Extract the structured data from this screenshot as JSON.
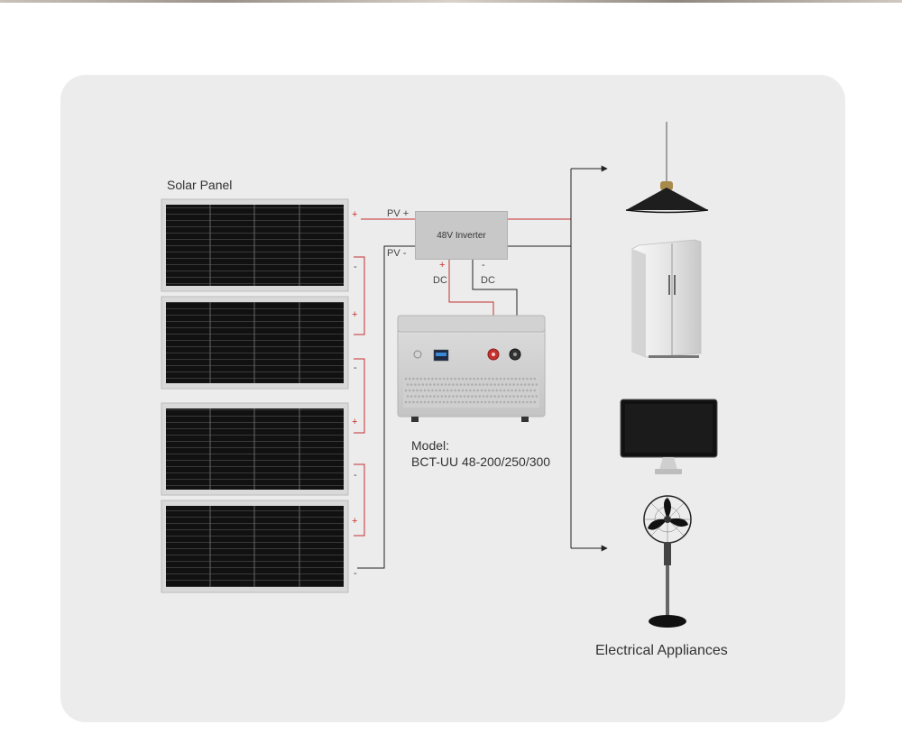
{
  "diagram": {
    "solar_panel_label": "Solar Panel",
    "pv_plus_label": "PV +",
    "pv_minus_label": "PV -",
    "inverter_label": "48V Inverter",
    "dc_plus_sign": "+",
    "dc_minus_sign": "-",
    "dc_plus_label": "DC",
    "dc_minus_label": "DC",
    "model_label": "Model:",
    "model_value": "BCT-UU 48-200/250/300",
    "appliances_label": "Electrical Appliances",
    "panel_terminals": [
      "+",
      "-",
      "+",
      "-",
      "+",
      "-",
      "+",
      "-"
    ],
    "panels": [
      {
        "icon": "solar-panel-icon"
      },
      {
        "icon": "solar-panel-icon"
      },
      {
        "icon": "solar-panel-icon"
      },
      {
        "icon": "solar-panel-icon"
      }
    ],
    "appliances": [
      {
        "icon": "pendant-lamp-icon"
      },
      {
        "icon": "refrigerator-icon"
      },
      {
        "icon": "monitor-icon"
      },
      {
        "icon": "standing-fan-icon"
      }
    ],
    "battery_icon": "lithium-battery-icon",
    "colors": {
      "positive_wire": "#c4312f",
      "negative_wire": "#222222",
      "card_background": "#ececec"
    }
  }
}
